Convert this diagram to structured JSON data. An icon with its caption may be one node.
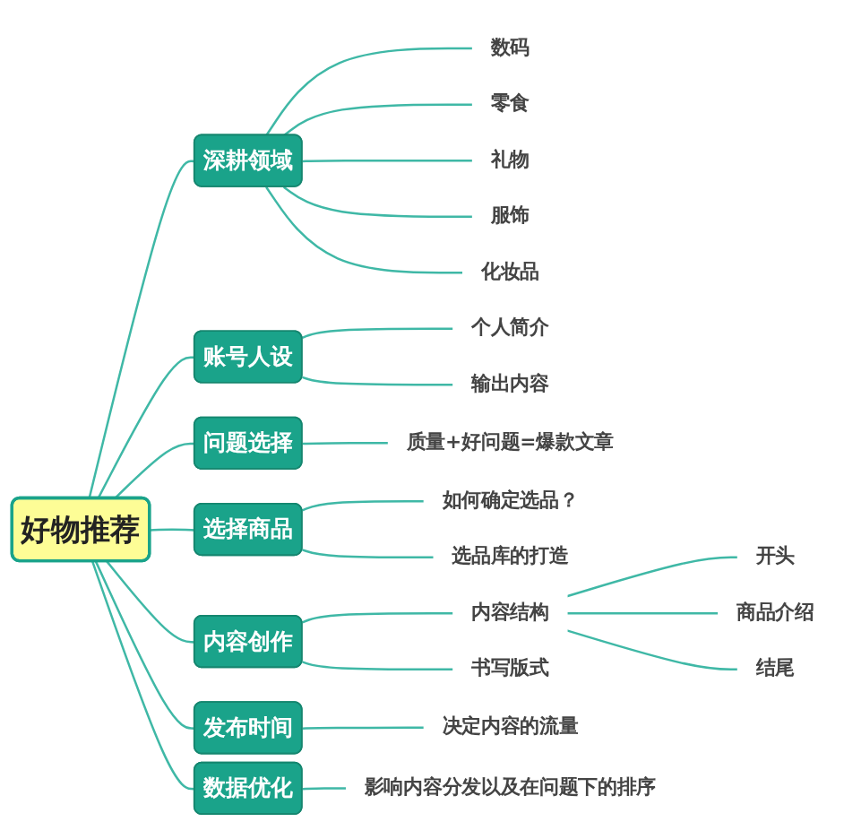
{
  "diagram": {
    "nodes": [
      {
        "text": [
          "好物推荐"
        ]
      },
      {
        "text": [
          "深耕领域"
        ]
      },
      {
        "text": [
          "数码"
        ]
      },
      {
        "text": [
          "零食"
        ]
      },
      {
        "text": [
          "礼物"
        ]
      },
      {
        "text": [
          "服饰"
        ]
      },
      {
        "text": [
          "化妆品"
        ]
      },
      {
        "text": [
          "账号人设"
        ]
      },
      {
        "text": [
          "个人简介"
        ]
      },
      {
        "text": [
          "输出内容"
        ]
      },
      {
        "text": [
          "问题选择"
        ]
      },
      {
        "text": [
          "质量+好问题=爆款文章"
        ]
      },
      {
        "text": [
          "选择商品"
        ]
      },
      {
        "text": [
          "如何确定选品？"
        ]
      },
      {
        "text": [
          "选品库的打造"
        ]
      },
      {
        "text": [
          "内容创作"
        ]
      },
      {
        "text": [
          "内容结构"
        ]
      },
      {
        "text": [
          "开头"
        ]
      },
      {
        "text": [
          "商品介绍"
        ]
      },
      {
        "text": [
          "结尾"
        ]
      },
      {
        "text": [
          "书写版式"
        ]
      },
      {
        "text": [
          "发布时间"
        ]
      },
      {
        "text": [
          "决定内容的流量"
        ]
      },
      {
        "text": [
          "数据优化"
        ]
      },
      {
        "text": [
          "影响内容分发以及在问题下的排序"
        ]
      }
    ],
    "edges": [
      {
        "from": 0,
        "to": 1,
        "arrow": "none"
      },
      {
        "from": 1,
        "to": 2,
        "arrow": "none"
      },
      {
        "from": 1,
        "to": 3,
        "arrow": "none"
      },
      {
        "from": 1,
        "to": 4,
        "arrow": "none"
      },
      {
        "from": 1,
        "to": 5,
        "arrow": "none"
      },
      {
        "from": 1,
        "to": 6,
        "arrow": "none"
      },
      {
        "from": 0,
        "to": 7,
        "arrow": "none"
      },
      {
        "from": 7,
        "to": 8,
        "arrow": "none"
      },
      {
        "from": 7,
        "to": 9,
        "arrow": "none"
      },
      {
        "from": 0,
        "to": 10,
        "arrow": "none"
      },
      {
        "from": 10,
        "to": 11,
        "arrow": "none"
      },
      {
        "from": 0,
        "to": 12,
        "arrow": "none"
      },
      {
        "from": 12,
        "to": 13,
        "arrow": "none"
      },
      {
        "from": 12,
        "to": 14,
        "arrow": "none"
      },
      {
        "from": 0,
        "to": 15,
        "arrow": "none"
      },
      {
        "from": 15,
        "to": 16,
        "arrow": "none"
      },
      {
        "from": 16,
        "to": 17,
        "arrow": "none"
      },
      {
        "from": 16,
        "to": 18,
        "arrow": "none"
      },
      {
        "from": 16,
        "to": 19,
        "arrow": "none"
      },
      {
        "from": 15,
        "to": 20,
        "arrow": "none"
      },
      {
        "from": 0,
        "to": 21,
        "arrow": "none"
      },
      {
        "from": 21,
        "to": 22,
        "arrow": "none"
      },
      {
        "from": 0,
        "to": 23,
        "arrow": "none"
      },
      {
        "from": 23,
        "to": 24,
        "arrow": "none"
      }
    ]
  }
}
